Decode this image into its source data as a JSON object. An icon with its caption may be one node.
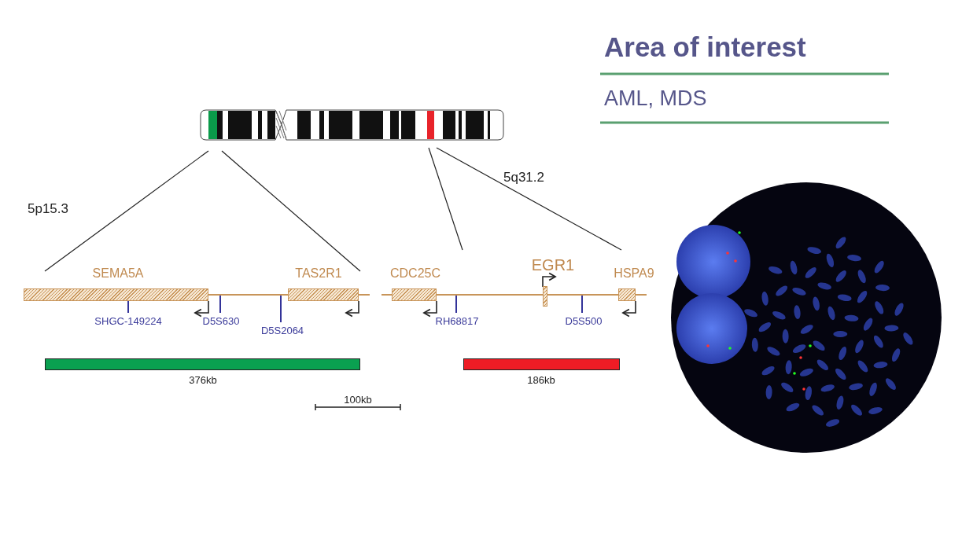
{
  "diagram": {
    "nodes": [
      {
        "text": [
          "SEMA5A"
        ]
      },
      {
        "text": [
          "TAS2R1"
        ]
      },
      {
        "text": [
          "CDC25C"
        ]
      },
      {
        "text": [
          "EGR1"
        ]
      },
      {
        "text": [
          "HSPA9"
        ]
      },
      {
        "text": [
          "376kb"
        ]
      },
      {
        "text": [
          "186kb"
        ]
      }
    ],
    "labels": [
      "Area of interest",
      "AML, MDS",
      "5p15.3",
      "5q31.2",
      "SHGC-149224",
      "D5S630",
      "D5S2064",
      "RH68817",
      "D5S500",
      "100kb"
    ]
  }
}
